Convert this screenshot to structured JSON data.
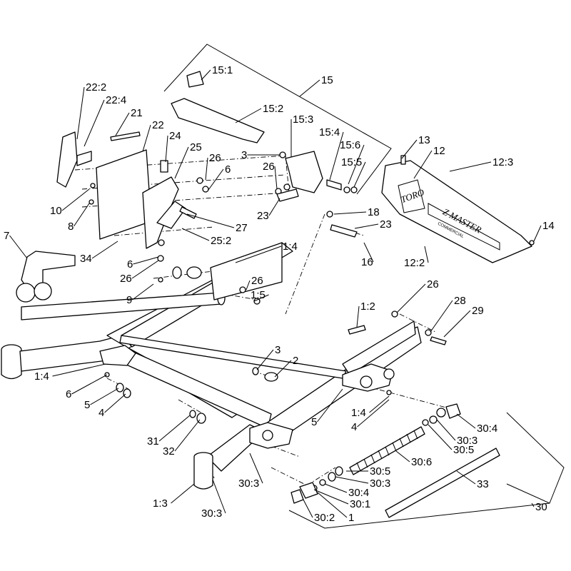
{
  "diagram": {
    "callouts": [
      "15:1",
      "15",
      "15:2",
      "22:2",
      "22:4",
      "21",
      "22",
      "24",
      "25",
      "26",
      "6",
      "15:3",
      "15:4",
      "15:6",
      "15:5",
      "3",
      "26",
      "13",
      "12",
      "12:3",
      "23",
      "18",
      "23",
      "10",
      "8",
      "7",
      "34",
      "27",
      "25:2",
      "16",
      "12:2",
      "14",
      "1:4",
      "6",
      "26",
      "26",
      "9",
      "1:5",
      "26",
      "28",
      "29",
      "1:2",
      "3",
      "2",
      "1:4",
      "6",
      "5",
      "4",
      "31",
      "32",
      "1:4",
      "4",
      "5",
      "30:4",
      "30:3",
      "30:5",
      "30:6",
      "30:5",
      "30:3",
      "30:4",
      "30:1",
      "33",
      "30:3",
      "30:2",
      "1",
      "1:3",
      "30:3",
      "30"
    ],
    "logo_text": "TORO",
    "decal_text": "Z MASTER",
    "decal_subtext": "COMMERCIAL"
  }
}
